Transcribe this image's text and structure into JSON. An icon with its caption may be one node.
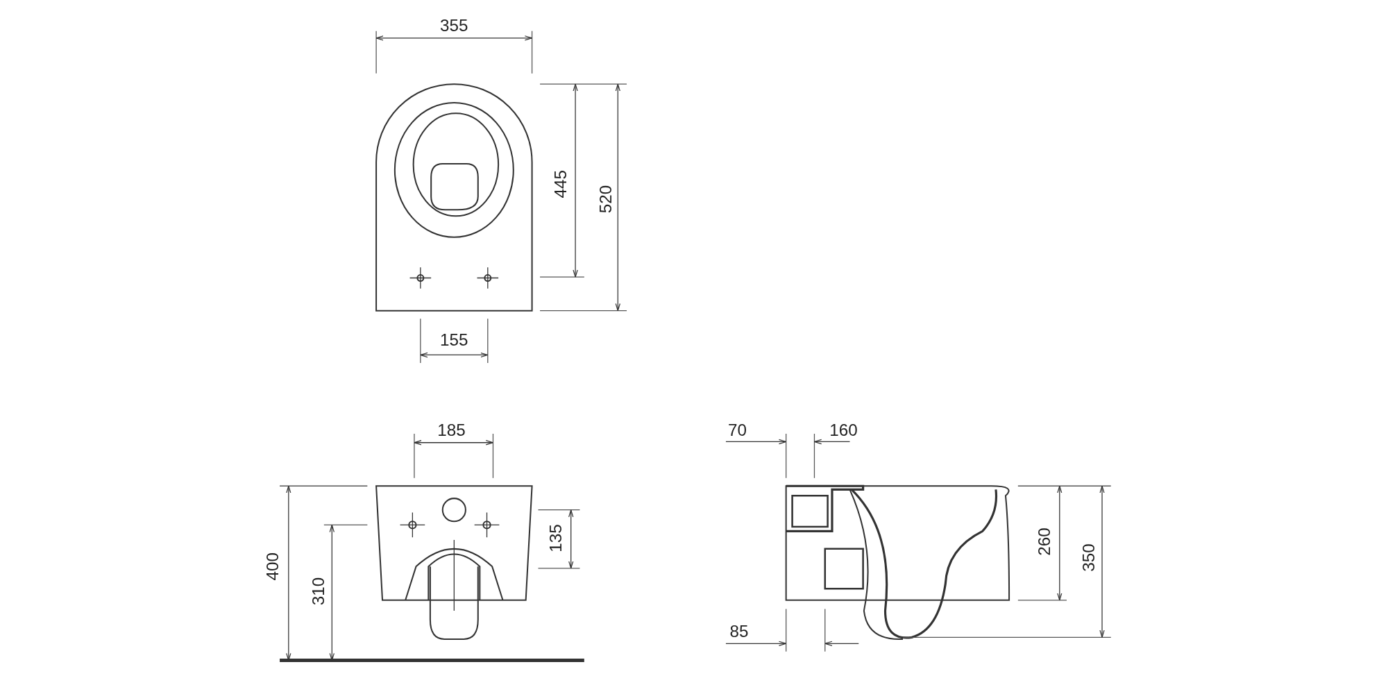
{
  "diagram": {
    "labels": [
      "355",
      "445",
      "520",
      "155",
      "185",
      "70",
      "160",
      "400",
      "310",
      "135",
      "260",
      "350",
      "85"
    ]
  }
}
